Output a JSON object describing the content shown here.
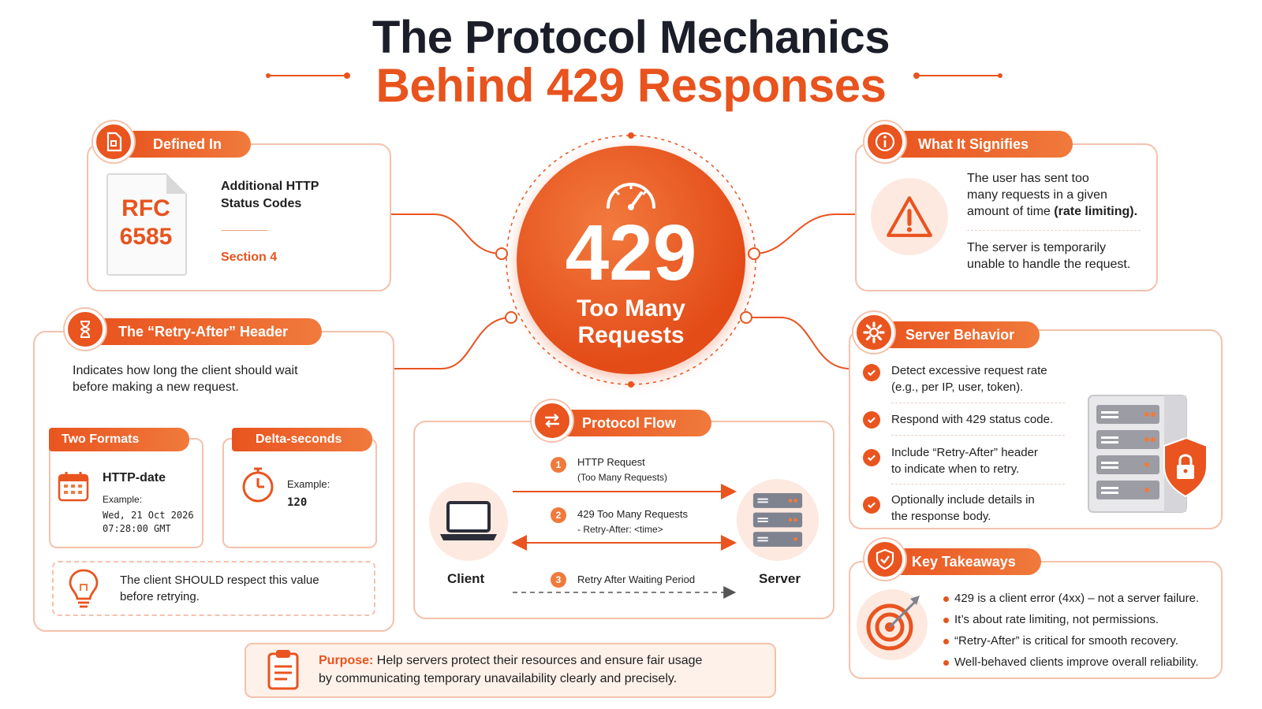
{
  "title": {
    "line1": "The Protocol Mechanics",
    "line2": "Behind 429 Responses"
  },
  "center": {
    "code": "429",
    "label_line1": "Too Many",
    "label_line2": "Requests"
  },
  "defined_in": {
    "header": "Defined In",
    "rfc_line1": "RFC",
    "rfc_line2": "6585",
    "doc_title_line1": "Additional HTTP",
    "doc_title_line2": "Status Codes",
    "section": "Section 4"
  },
  "signifies": {
    "header": "What It Signifies",
    "p1_line1": "The user has sent too",
    "p1_line2": "many requests in a given",
    "p1_line3_a": "amount of time ",
    "p1_line3_b": "(rate limiting).",
    "p2_line1": "The server is temporarily",
    "p2_line2": "unable to handle the request."
  },
  "retry_after": {
    "header": "The “Retry-After” Header",
    "desc_line1": "Indicates how long the client should wait",
    "desc_line2": "before making a new request.",
    "formats_label": "Two Formats",
    "delta_label": "Delta-seconds",
    "http_date_title": "HTTP-date",
    "http_date_example_label": "Example:",
    "http_date_example_line1": "Wed, 21 Oct 2026",
    "http_date_example_line2": "07:28:00 GMT",
    "delta_example_label": "Example:",
    "delta_example_value": "120",
    "note_line1": "The client SHOULD respect this value",
    "note_line2": "before retrying."
  },
  "server_behavior": {
    "header": "Server Behavior",
    "items": [
      {
        "line1": "Detect excessive request rate",
        "line2": "(e.g., per IP, user, token)."
      },
      {
        "line1": "Respond with 429 status code.",
        "line2": ""
      },
      {
        "line1": "Include “Retry-After” header",
        "line2": "to indicate when to retry."
      },
      {
        "line1": "Optionally include details in",
        "line2": "the response body."
      }
    ]
  },
  "protocol_flow": {
    "header": "Protocol Flow",
    "client_label": "Client",
    "server_label": "Server",
    "step1_num": "1",
    "step1_line1": "HTTP Request",
    "step1_line2": "(Too Many Requests)",
    "step2_num": "2",
    "step2_line1": "429 Too Many Requests",
    "step2_line2": "- Retry-After: <time>",
    "step3_num": "3",
    "step3_line1": "Retry After Waiting Period"
  },
  "takeaways": {
    "header": "Key Takeaways",
    "items": [
      "429 is a client error (4xx) – not a server failure.",
      "It’s about rate limiting, not permissions.",
      "“Retry-After” is critical for smooth recovery.",
      "Well-behaved clients improve overall reliability."
    ]
  },
  "purpose": {
    "label": "Purpose:",
    "line1": " Help servers protect their resources and ensure fair usage",
    "line2": "by communicating temporary unavailability clearly and precisely."
  },
  "colors": {
    "accent": "#e9541f",
    "dark": "#1b1e29",
    "border": "#f3c2ad"
  },
  "icons": [
    "document-icon",
    "info-icon",
    "hourglass-icon",
    "gear-icon",
    "swap-icon",
    "shield-check-icon",
    "warning-icon",
    "speedometer-icon",
    "calendar-icon",
    "stopwatch-icon",
    "lightbulb-icon",
    "laptop-icon",
    "server-icon",
    "lock-shield-icon",
    "target-icon",
    "clipboard-icon",
    "check-icon"
  ]
}
